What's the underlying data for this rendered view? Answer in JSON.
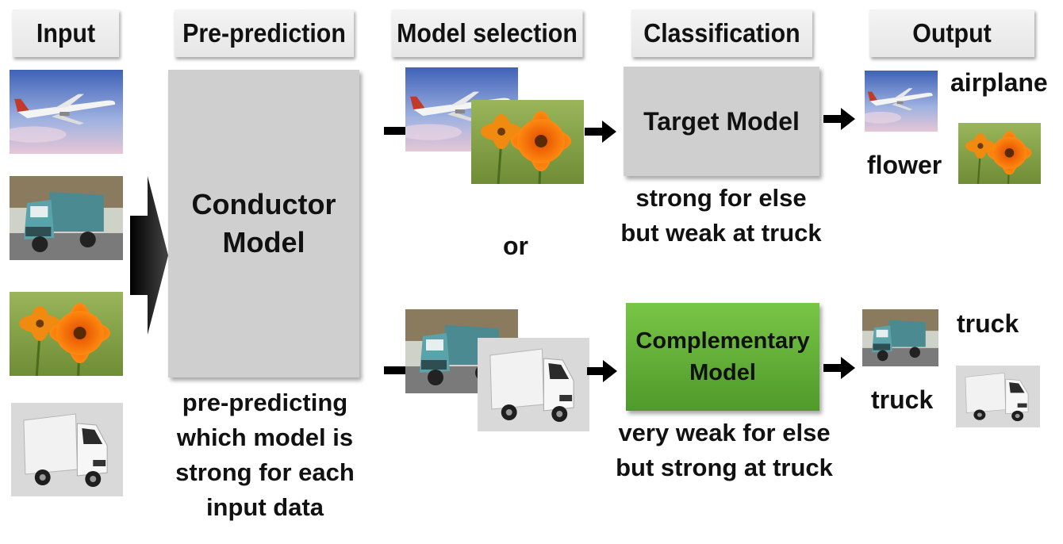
{
  "headers": {
    "input": "Input",
    "pre_prediction": "Pre-prediction",
    "model_selection": "Model selection",
    "classification": "Classification",
    "output": "Output"
  },
  "conductor": {
    "line1": "Conductor",
    "line2": "Model",
    "caption_lines": [
      "pre-predicting",
      "which model is",
      "strong for each",
      "input data"
    ]
  },
  "target_model": {
    "label": "Target Model",
    "caption_lines": [
      "strong for else",
      "but weak at truck"
    ]
  },
  "or_label": "or",
  "complementary_model": {
    "line1": "Complementary",
    "line2": "Model",
    "caption_lines": [
      "very weak for else",
      "but strong at truck"
    ]
  },
  "outputs": {
    "airplane": "airplane",
    "flower": "flower",
    "truck_dump": "truck",
    "truck_box": "truck"
  },
  "colors": {
    "header_bg": "#ececec",
    "gray_box": "#cfcfcf",
    "green_box": "#62ad36",
    "arrow": "#000000"
  }
}
